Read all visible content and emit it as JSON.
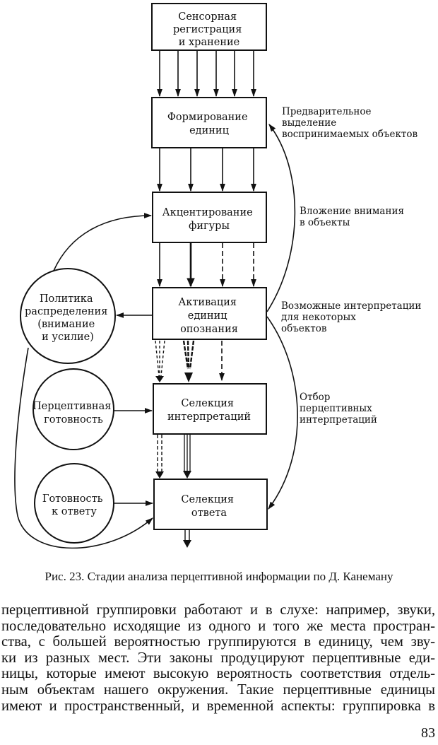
{
  "diagram": {
    "boxes": [
      {
        "id": "sensory",
        "lines": [
          "Сенсорная",
          "регистрация",
          "и хранение"
        ]
      },
      {
        "id": "unit-formation",
        "lines": [
          "Формирование",
          "единиц"
        ]
      },
      {
        "id": "figure-emphasis",
        "lines": [
          "Акцентирование",
          "фигуры"
        ]
      },
      {
        "id": "recognition-activation",
        "lines": [
          "Активация",
          "единиц",
          "опознания"
        ]
      },
      {
        "id": "interpretation-selection",
        "lines": [
          "Селекция",
          "интерпретаций"
        ]
      },
      {
        "id": "response-selection",
        "lines": [
          "Селекция",
          "ответа"
        ]
      }
    ],
    "circles": [
      {
        "id": "allocation-policy",
        "lines": [
          "Политика",
          "распределения",
          "(внимание",
          "и усилие)"
        ]
      },
      {
        "id": "perceptual-readiness",
        "lines": [
          "Перцептивная",
          "готовность"
        ]
      },
      {
        "id": "response-readiness",
        "lines": [
          "Готовность",
          "к ответу"
        ]
      }
    ],
    "side_labels": [
      {
        "id": "preliminary-selection",
        "lines": [
          "Предварительное",
          "выделение",
          "воспринимаемых объектов"
        ]
      },
      {
        "id": "attention-investment",
        "lines": [
          "Вложение внимания",
          "в объекты"
        ]
      },
      {
        "id": "possible-interpretations",
        "lines": [
          "Возможные интерпретации",
          "для некоторых",
          "объектов"
        ]
      },
      {
        "id": "perceptual-selection",
        "lines": [
          "Отбор",
          "перцептивных",
          "интерпретаций"
        ]
      }
    ]
  },
  "caption": "Рис. 23. Стадии анализа перцептивной информации по Д. Канеману",
  "body_lines": [
    "перцептивной группировки работают и в слухе: например, звуки,",
    "последовательно исходящие из одного и того же места простран-",
    "ства, с большей вероятностью группируются в единицу, чем зву-",
    "ки из разных мест. Эти законы продуцируют перцептивные еди-",
    "ницы, которые имеют высокую вероятность соответствия отдель-",
    "ным объектам нашего окружения. Такие перцептивные единицы",
    "имеют и пространственный, и временной аспекты: группировка в"
  ],
  "page_number": "83"
}
